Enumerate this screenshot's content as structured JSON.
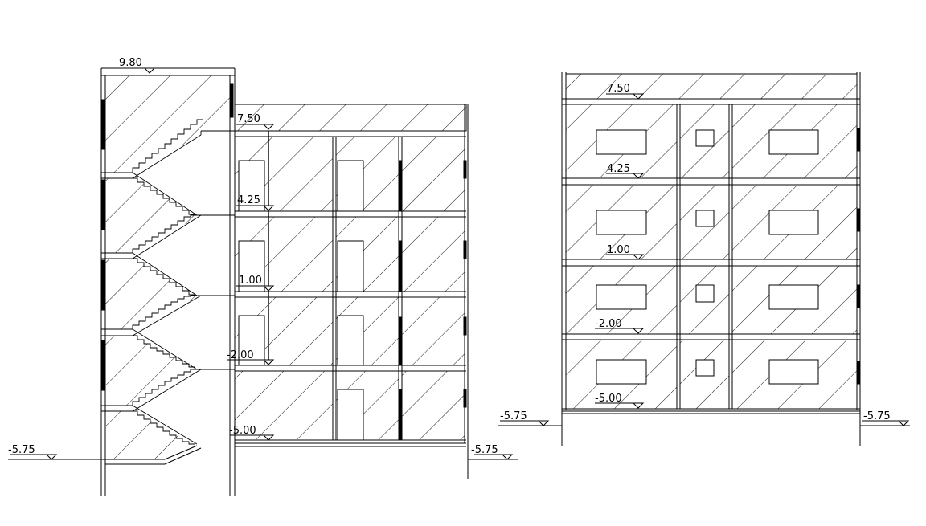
{
  "drawing": {
    "background": "#ffffff",
    "line_color": "#000000"
  },
  "section_left": {
    "roof_level": "9.80",
    "level_7_50": "7.50",
    "level_4_25": "4.25",
    "level_1_00": "1.00",
    "level_m2_00": "-2.00",
    "level_m5_00": "-5.00",
    "ground_left": "-5.75",
    "ground_right": "-5.75"
  },
  "section_right": {
    "level_7_50": "7.50",
    "level_4_25": "4.25",
    "level_1_00": "1.00",
    "level_m2_00": "-2.00",
    "level_m5_00": "-5.00",
    "ground_left": "-5.75",
    "ground_right": "-5.75"
  }
}
